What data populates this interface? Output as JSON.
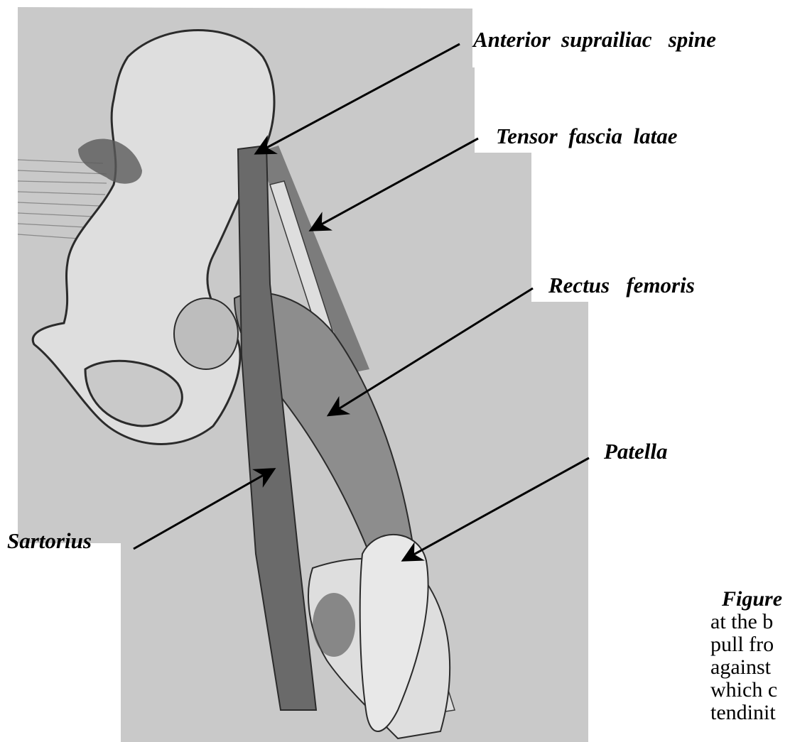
{
  "labels": {
    "anterior_spine": "Anterior  suprailiac   spine",
    "tensor": "Tensor  fascia  latae",
    "rectus": "Rectus   femoris",
    "patella": "Patella",
    "sartorius": "Sartorius"
  },
  "caption": {
    "figure_word": "Figure",
    "lines": [
      "at the b",
      "pull fro",
      "against",
      "which c",
      "tendinit"
    ]
  },
  "colors": {
    "paper": "#c9c9c9",
    "bone": "#dedede",
    "muscle_dark": "#6e6e6e",
    "muscle_mid": "#8d8d8d",
    "outline": "#2b2b2b"
  }
}
